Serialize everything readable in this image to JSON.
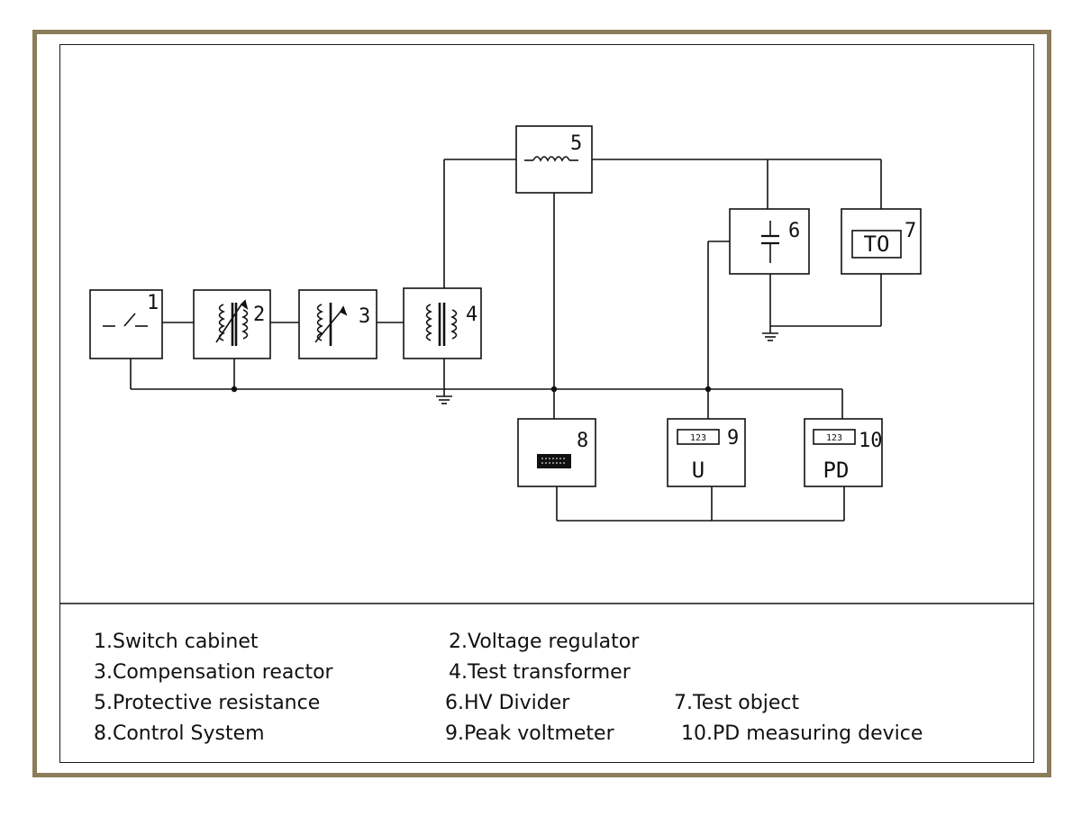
{
  "diagram": {
    "blocks": [
      {
        "id": "1",
        "number": "1",
        "name": "Switch cabinet"
      },
      {
        "id": "2",
        "number": "2",
        "name": "Voltage regulator"
      },
      {
        "id": "3",
        "number": "3",
        "name": "Compensation reactor"
      },
      {
        "id": "4",
        "number": "4",
        "name": "Test transformer"
      },
      {
        "id": "5",
        "number": "5",
        "name": "Protective resistance"
      },
      {
        "id": "6",
        "number": "6",
        "name": "HV Divider"
      },
      {
        "id": "7",
        "number": "7",
        "name": "Test object",
        "symbol_text": "TO"
      },
      {
        "id": "8",
        "number": "8",
        "name": "Control System"
      },
      {
        "id": "9",
        "number": "9",
        "name": "Peak voltmeter",
        "display_text": "123",
        "symbol_text": "U"
      },
      {
        "id": "10",
        "number": "10",
        "name": "PD measuring device",
        "display_text": "123",
        "symbol_text": "PD"
      }
    ],
    "legend": [
      "1.Switch cabinet",
      "2.Voltage regulator",
      "3.Compensation reactor",
      "4.Test transformer",
      "5.Protective resistance",
      "6.HV Divider",
      "7.Test object",
      "8.Control System",
      "9.Peak voltmeter",
      "10.PD measuring device"
    ]
  }
}
